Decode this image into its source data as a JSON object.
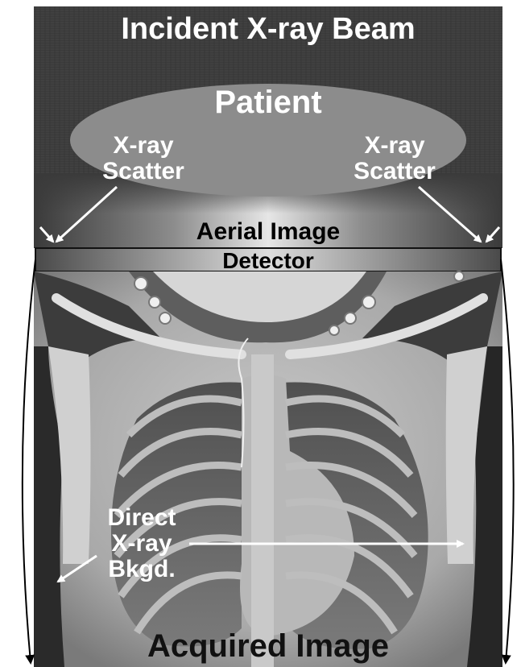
{
  "title": "Incident X-ray Beam",
  "patient_label": "Patient",
  "scatter_left": {
    "line1": "X-ray",
    "line2": "Scatter"
  },
  "scatter_right": {
    "line1": "X-ray",
    "line2": "Scatter"
  },
  "aerial_image_label": "Aerial Image",
  "detector_label": "Detector",
  "direct_bkgd": {
    "line1": "Direct",
    "line2": "X-ray",
    "line3": "Bkgd."
  },
  "acquired_image_label": "Acquired Image",
  "colors": {
    "beam_background": "#3a3a3a",
    "patient_ellipse": "#8c8c8c",
    "label_text": "#ffffff",
    "detector_text": "#000000",
    "acquired_text": "#111111"
  }
}
